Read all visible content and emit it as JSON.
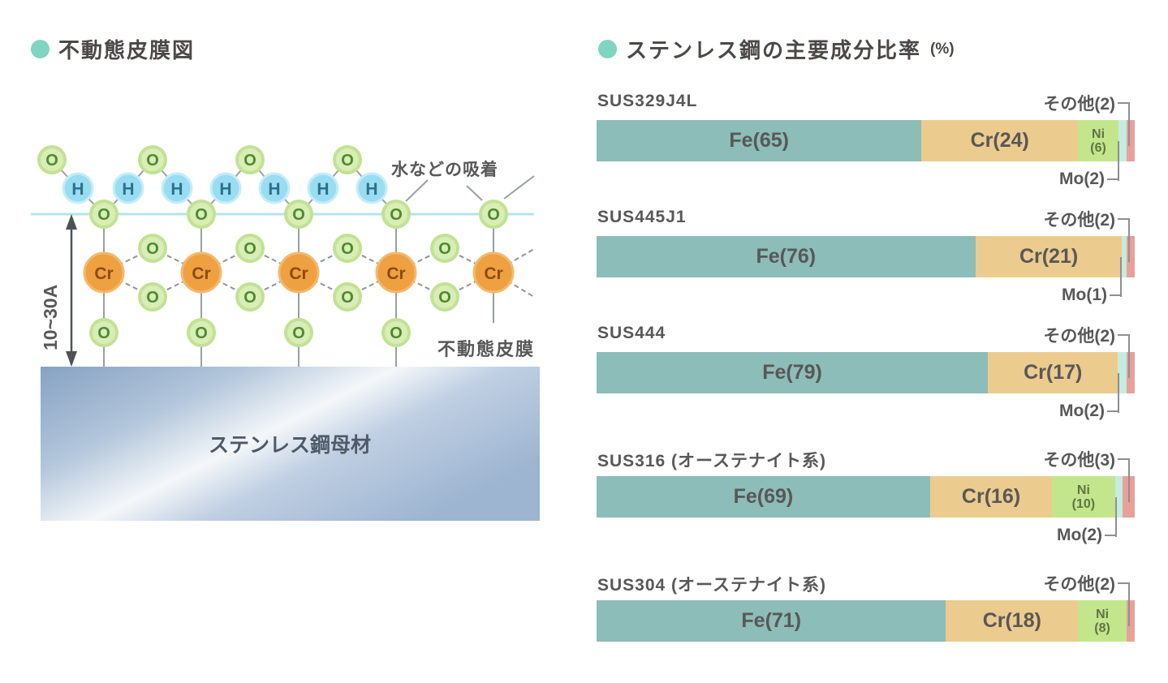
{
  "left_panel": {
    "title": "不動態皮膜図",
    "bullet_color": "#7fd5c1",
    "adsorption_label": "水などの吸着",
    "film_label": "不動態皮膜",
    "thickness_label": "10~30A",
    "base_label": "ステンレス鋼母材",
    "o_label": "O",
    "h_label": "H",
    "cr_label": "Cr",
    "colors": {
      "o_fill": "#d9edb6",
      "o_ring": "#c2e294",
      "o_text": "#4d8a31",
      "h_fill": "#98ddf2",
      "h_ring": "#c5edf9",
      "h_text": "#2f6f8b",
      "cr_fill": "#efa041",
      "cr_ring": "#f3b96f",
      "cr_text": "#8a4c12",
      "surface_line": "#b5e3ef",
      "bond": "#9aa0a2",
      "base_steel_dark": "#8aa5c4",
      "base_steel_light": "#f4f7fa"
    }
  },
  "right_panel": {
    "title": "ステンレス鋼の主要成分比率",
    "title_unit": "(%)",
    "bullet_color": "#7fd5c1"
  },
  "chart_data": {
    "type": "bar",
    "orientation": "horizontal-stacked",
    "unit": "%",
    "title": "ステンレス鋼の主要成分比率(%)",
    "rows": [
      {
        "name": "SUS329J4L",
        "other_label": "その他(2)",
        "other_value": 2,
        "mo_label": "Mo(2)",
        "mo_value": 2,
        "segments": [
          {
            "element": "Fe",
            "label": "Fe(65)",
            "value": 65,
            "color": "#8cbdb8"
          },
          {
            "element": "Cr",
            "label": "Cr(24)",
            "value": 24,
            "color": "#eccb8e"
          },
          {
            "element": "Ni",
            "label": "Ni",
            "label2": "(6)",
            "value": 6,
            "color": "#c3e68d"
          },
          {
            "element": "Mo",
            "label": "",
            "value": 2,
            "color": "#c6ebe1"
          },
          {
            "element": "その他",
            "label": "",
            "value": 2,
            "color": "#e8a09a"
          }
        ]
      },
      {
        "name": "SUS445J1",
        "other_label": "その他(2)",
        "other_value": 2,
        "mo_label": "Mo(1)",
        "mo_value": 1,
        "segments": [
          {
            "element": "Fe",
            "label": "Fe(76)",
            "value": 76,
            "color": "#8cbdb8"
          },
          {
            "element": "Cr",
            "label": "Cr(21)",
            "value": 21,
            "color": "#eccb8e"
          },
          {
            "element": "Mo",
            "label": "",
            "value": 1,
            "color": "#c6ebe1"
          },
          {
            "element": "その他",
            "label": "",
            "value": 2,
            "color": "#e8a09a"
          }
        ]
      },
      {
        "name": "SUS444",
        "other_label": "その他(2)",
        "other_value": 2,
        "mo_label": "Mo(2)",
        "mo_value": 2,
        "segments": [
          {
            "element": "Fe",
            "label": "Fe(79)",
            "value": 79,
            "color": "#8cbdb8"
          },
          {
            "element": "Cr",
            "label": "Cr(17)",
            "value": 17,
            "color": "#eccb8e"
          },
          {
            "element": "Mo",
            "label": "",
            "value": 2,
            "color": "#c6ebe1"
          },
          {
            "element": "その他",
            "label": "",
            "value": 2,
            "color": "#e8a09a"
          }
        ]
      },
      {
        "name": "SUS316 (オーステナイト系)",
        "other_label": "その他(3)",
        "other_value": 3,
        "mo_label": "Mo(2)",
        "mo_value": 2,
        "segments": [
          {
            "element": "Fe",
            "label": "Fe(69)",
            "value": 69,
            "color": "#8cbdb8"
          },
          {
            "element": "Cr",
            "label": "Cr(16)",
            "value": 16,
            "color": "#eccb8e"
          },
          {
            "element": "Ni",
            "label": "Ni",
            "label2": "(10)",
            "value": 10,
            "color": "#c3e68d"
          },
          {
            "element": "Mo",
            "label": "",
            "value": 2,
            "color": "#c6ebe1"
          },
          {
            "element": "その他",
            "label": "",
            "value": 3,
            "color": "#e8a09a"
          }
        ]
      },
      {
        "name": "SUS304 (オーステナイト系)",
        "other_label": "その他(2)",
        "other_value": 2,
        "segments": [
          {
            "element": "Fe",
            "label": "Fe(71)",
            "value": 71,
            "color": "#8cbdb8"
          },
          {
            "element": "Cr",
            "label": "Cr(18)",
            "value": 18,
            "color": "#eccb8e"
          },
          {
            "element": "Ni",
            "label": "Ni",
            "label2": "(8)",
            "value": 8,
            "color": "#c3e68d"
          },
          {
            "element": "その他",
            "label": "",
            "value": 2,
            "color": "#e8a09a"
          }
        ]
      }
    ]
  }
}
